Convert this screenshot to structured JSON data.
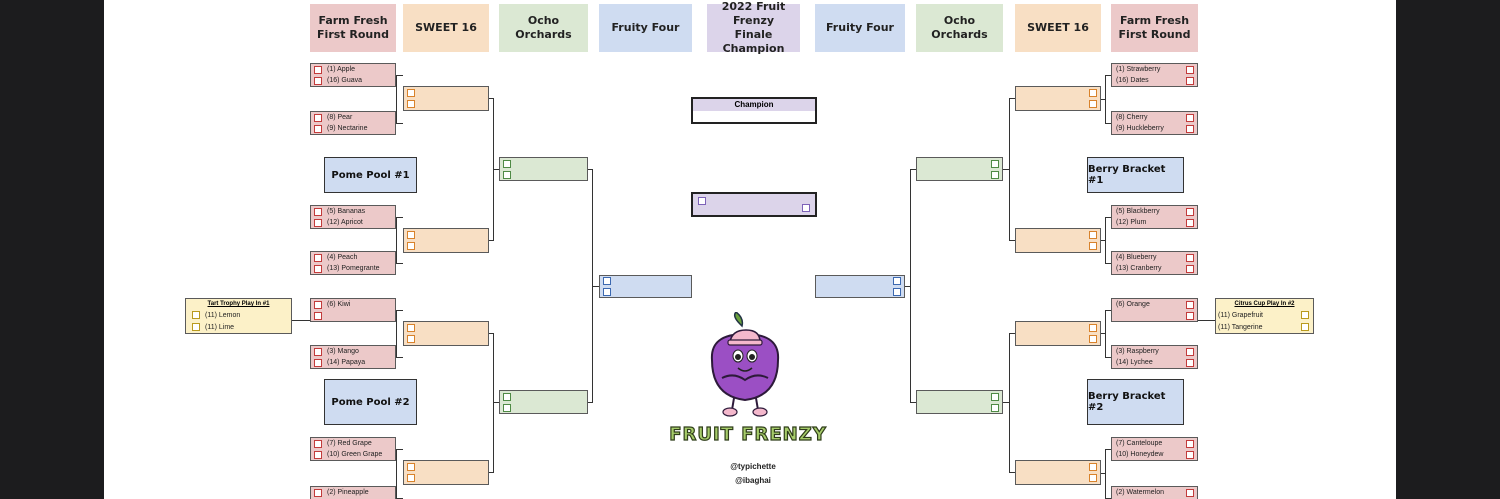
{
  "headers": {
    "first_round": "Farm Fresh First Round",
    "sweet16": "SWEET 16",
    "elite8": "Ocho Orchards",
    "final4": "Fruity Four",
    "finale": "2022 Fruit Frenzy Finale Champion"
  },
  "regions": {
    "left_top": "Pome Pool #1",
    "left_bottom": "Pome Pool #2",
    "right_top": "Berry Bracket #1",
    "right_bottom": "Berry Bracket #2"
  },
  "left_matchups": [
    [
      "(1) Apple",
      "(16) Guava"
    ],
    [
      "(8) Pear",
      "(9) Nectarine"
    ],
    [
      "(5) Bananas",
      "(12) Apricot"
    ],
    [
      "(4) Peach",
      "(13) Pomegrante"
    ],
    [
      "(6) Kiwi",
      ""
    ],
    [
      "(3) Mango",
      "(14) Papaya"
    ],
    [
      "(7) Red Grape",
      "(10) Green Grape"
    ],
    [
      "(2) Pineapple",
      ""
    ]
  ],
  "right_matchups": [
    [
      "(1) Strawberry",
      "(16) Dates"
    ],
    [
      "(8) Cherry",
      "(9) Huckleberry"
    ],
    [
      "(5) Blackberry",
      "(12) Plum"
    ],
    [
      "(4) Blueberry",
      "(13) Cranberry"
    ],
    [
      "(6) Orange",
      ""
    ],
    [
      "(3) Raspberry",
      "(14) Lychee"
    ],
    [
      "(7) Canteloupe",
      "(10) Honeydew"
    ],
    [
      "(2) Watermelon",
      ""
    ]
  ],
  "playin": {
    "left": {
      "title": "Tart Trophy Play In #1",
      "teams": [
        "(11) Lemon",
        "(11) Lime"
      ]
    },
    "right": {
      "title": "Citrus Cup Play In #2",
      "teams": [
        "(11) Grapefruit",
        "(11) Tangerine"
      ]
    }
  },
  "champion_label": "Champion",
  "logo_text": "FRUIT FRENZY",
  "credits": [
    "@typichette",
    "@ibaghai"
  ],
  "colors": {
    "first_round": "#ecc9c9",
    "sweet16": "#f8dfc4",
    "elite8": "#dbe8d3",
    "final4": "#cfdcf1",
    "finale": "#dcd4ea",
    "playin": "#fcf1c8",
    "mascot": "#9b4fc4",
    "logo_text": "#a6cc6a"
  }
}
